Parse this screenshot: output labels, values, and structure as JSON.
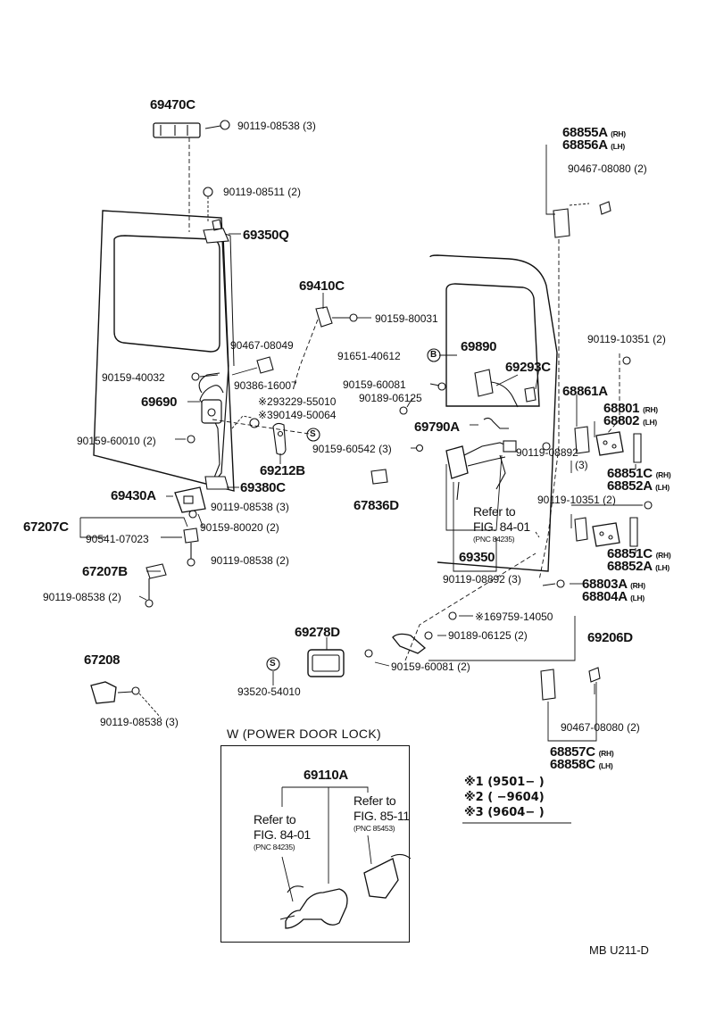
{
  "labels": {
    "p69470C": "69470C",
    "p90119_08538_top": "90119-08538 (3)",
    "p90119_08511": "90119-08511 (2)",
    "p69350Q": "69350Q",
    "p69410C": "69410C",
    "p90159_80031": "90159-80031",
    "p90467_08049": "90467-08049",
    "p90159_40032": "90159-40032",
    "p90386_16007": "90386-16007",
    "p293229": "※293229-55010",
    "p390149": "※390149-50064",
    "p69690": "69690",
    "p90159_60010": "90159-60010 (2)",
    "p69212B": "69212B",
    "p69380C": "69380C",
    "p69430A": "69430A",
    "p90119_08538_mid": "90119-08538 (3)",
    "p67207C": "67207C",
    "p90159_80020": "90159-80020 (2)",
    "p90541_07023": "90541-07023",
    "p90119_08538_b": "90119-08538 (2)",
    "p67207B": "67207B",
    "p90119_08538_c": "90119-08538 (2)",
    "p67208": "67208",
    "p90119_08538_d": "90119-08538 (3)",
    "p69278D": "69278D",
    "p93520_54010": "93520-54010",
    "p67836D": "67836D",
    "p91651_40612": "91651-40612",
    "p69890": "69890",
    "p69293C": "69293C",
    "p90159_60081_a": "90159-60081",
    "p90189_06125_a": "90189-06125",
    "p69790A": "69790A",
    "p90159_60542": "90159-60542 (3)",
    "p90119_08892_a": "90119-08892",
    "p3": "(3)",
    "p90119_10351_a": "90119-10351 (2)",
    "p90119_10351_b": "90119-10351 (2)",
    "p68861A": "68861A",
    "p68801": "68801",
    "p68802": "68802",
    "p68851C_a": "68851C",
    "p68852A_a": "68852A",
    "p68851C_b": "68851C",
    "p68852A_b": "68852A",
    "p68855A": "68855A",
    "p68856A": "68856A",
    "p90467_08080_a": "90467-08080 (2)",
    "p90467_08080_b": "90467-08080 (2)",
    "p68857C": "68857C",
    "p68858C": "68858C",
    "p68803A": "68803A",
    "p68804A": "68804A",
    "p69350": "69350",
    "p90119_08892_b": "90119-08892 (3)",
    "p169759": "※169759-14050",
    "p90189_06125_b": "90189-06125 (2)",
    "p69206D": "69206D",
    "p90159_60081_b": "90159-60081 (2)",
    "refer_a_1": "Refer to",
    "refer_a_2": "FIG. 84-01",
    "refer_a_3": "(PNC 84235)",
    "rh": "(RH)",
    "lh": "(LH)",
    "circle_b": "B",
    "circle_s": "S",
    "inset_title": "W (POWER  DOOR  LOCK)",
    "p69110A": "69110A",
    "refer_b_1": "Refer to",
    "refer_b_2": "FIG. 84-01",
    "refer_b_3": "(PNC 84235)",
    "refer_c_1": "Refer to",
    "refer_c_2": "FIG. 85-11",
    "refer_c_3": "(PNC 85453)",
    "note1": "※1 (9501−        )",
    "note2": "※2 (         −9604)",
    "note3": "※3 (9604−        )",
    "footer_code": "MB  U211-D"
  }
}
